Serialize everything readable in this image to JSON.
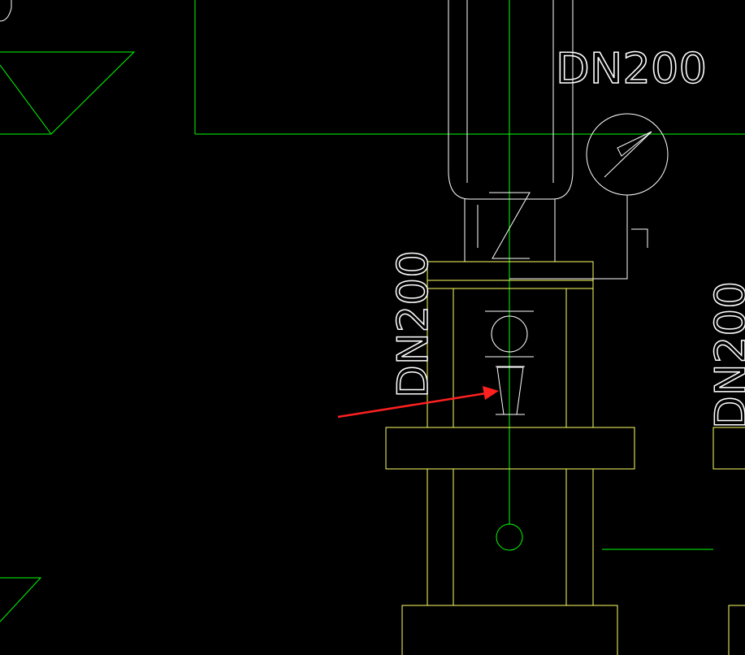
{
  "drawing": {
    "background_color": "#000000",
    "colors": {
      "green": "#00ff00",
      "yellow": "#ffff66",
      "white": "#ffffff",
      "arrow": "#ff2020"
    },
    "labels": {
      "top_pipe_size": "DN200",
      "left_pipe_size": "DN200",
      "right_pipe_size": "DN200"
    },
    "icons": {
      "pressure_gauge": "pressure-gauge-icon",
      "check_valve": "check-valve-icon",
      "gate_valve": "gate-valve-icon",
      "reducer": "reducer-icon",
      "annotation_arrow": "annotation-arrow-icon"
    }
  }
}
